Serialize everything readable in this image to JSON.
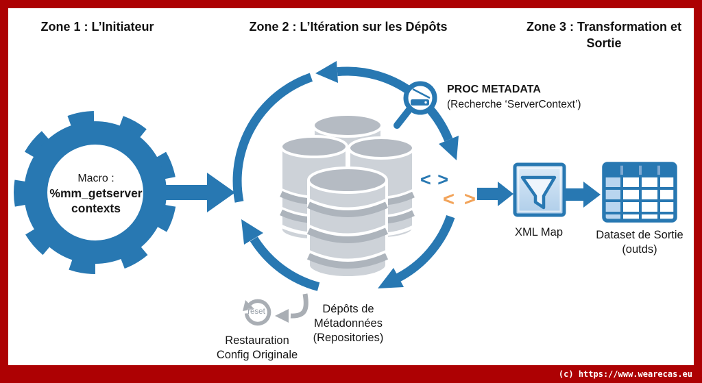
{
  "zone1": {
    "title": "Zone 1 : L’Initiateur"
  },
  "zone2": {
    "title": "Zone 2 : L’Itération sur les Dépôts"
  },
  "zone3": {
    "title_line1": "Zone 3 : Transformation et",
    "title_line2": "Sortie"
  },
  "gear": {
    "line1": "Macro :",
    "line2": "%mm_getserver",
    "line3": "contexts"
  },
  "proc": {
    "title": "PROC METADATA",
    "subtitle": "(Recherche ‘ServerContext’)"
  },
  "symbols": {
    "blue": "< >",
    "orange": "< >"
  },
  "xml_map": {
    "label": "XML Map"
  },
  "dataset": {
    "line1": "Dataset de Sortie",
    "line2": "(outds)"
  },
  "repositories": {
    "line1": "Dépôts de",
    "line2": "Métadonnées",
    "line3": "(Repositories)"
  },
  "restore": {
    "reset_label": "reset",
    "line1": "Restauration",
    "line2": "Config Originale"
  },
  "footer": {
    "copyright": "(c) https://www.wearecas.eu"
  },
  "icons": {
    "gear": "gear-icon",
    "magnifier": "magnifier-icon",
    "databases": "database-cluster-icon",
    "funnel": "funnel-icon",
    "table": "table-icon",
    "reset": "reset-circular-arrow-icon"
  },
  "colors": {
    "accent_blue": "#2878b2",
    "light_blue": "#b9d5ef",
    "pale_blue": "#dcebf8",
    "orange": "#f2a359",
    "frame_red": "#ad0103",
    "cylinder_body": "#cdd2d8",
    "cylinder_top": "#b5bbc3",
    "cylinder_band": "#adb4bc",
    "gray_arrow": "#a9aeb4",
    "white": "#ffffff"
  }
}
